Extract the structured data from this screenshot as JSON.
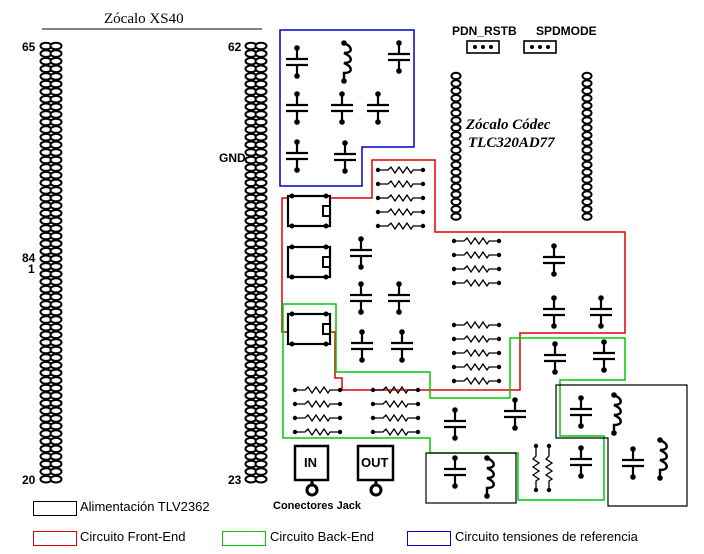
{
  "labels": {
    "socket_title": "Zócalo XS40",
    "pin_65": "65",
    "pin_62": "62",
    "pin_gnd": "GND",
    "pin_84": "84",
    "pin_1": "1",
    "pin_20": "20",
    "pin_23": "23",
    "pdn_rstb": "PDN_RSTB",
    "spdmode": "SPDMODE",
    "codec_line1": "Zócalo Códec",
    "codec_line2": "TLC320AD77",
    "in_connector": "IN",
    "out_connector": "OUT",
    "connectors_caption": "Conectores  Jack"
  },
  "legend": [
    {
      "label": "Alimentación TLV2362",
      "color": "#000000"
    },
    {
      "label": "Circuito Front-End",
      "color": "#e00000"
    },
    {
      "label": "Circuito Back-End",
      "color": "#00cc00"
    },
    {
      "label": "Circuito tensiones de referencia",
      "color": "#0000cc"
    }
  ],
  "colors": {
    "front_end": "#e00000",
    "back_end": "#00cc00",
    "reference": "#0000cc",
    "supply": "#000000"
  }
}
